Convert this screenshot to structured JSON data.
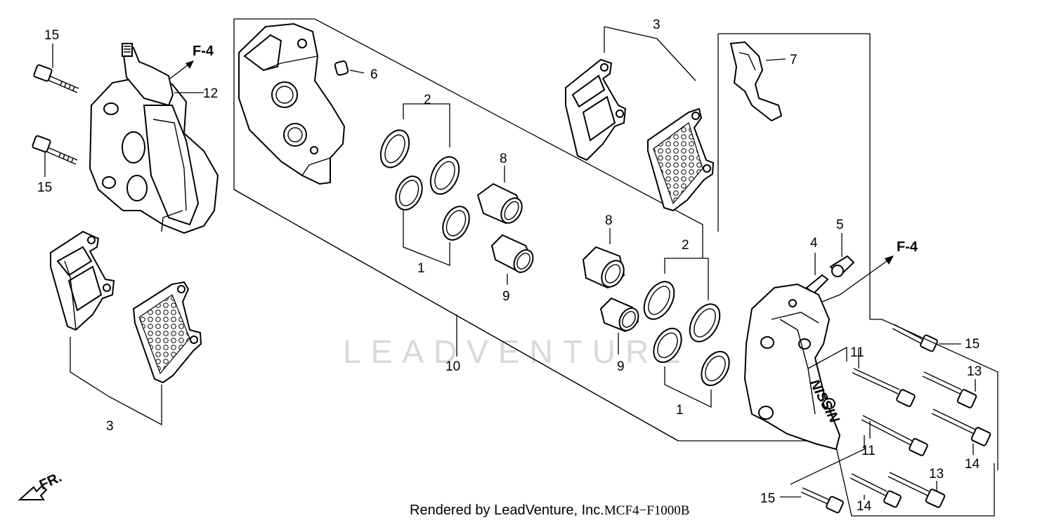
{
  "diagram": {
    "labels": {
      "l15_top": "15",
      "l15_mid": "15",
      "l12": "12",
      "lF4_left": "F-4",
      "l3_left": "3",
      "l6": "6",
      "l2_top": "2",
      "l1_top": "1",
      "l8_top": "8",
      "l9_top": "9",
      "l10": "10",
      "l3_top": "3",
      "l7": "7",
      "l8_mid": "8",
      "l9_mid": "9",
      "l2_mid": "2",
      "l1_mid": "1",
      "l4": "4",
      "l5": "5",
      "lF4_right": "F-4",
      "l15_right": "15",
      "l11_a": "11",
      "l13_a": "13",
      "l11_b": "11",
      "l14_a": "14",
      "l13_b": "13",
      "l14_b": "14",
      "l15_bottom": "15",
      "lFR": "FR."
    },
    "caliper_brand": "NISSIN",
    "watermark": "LEADVENTURE"
  },
  "footer": {
    "rendered_by": "Rendered by LeadVenture, Inc.",
    "code": "MCF4−F1000B"
  }
}
